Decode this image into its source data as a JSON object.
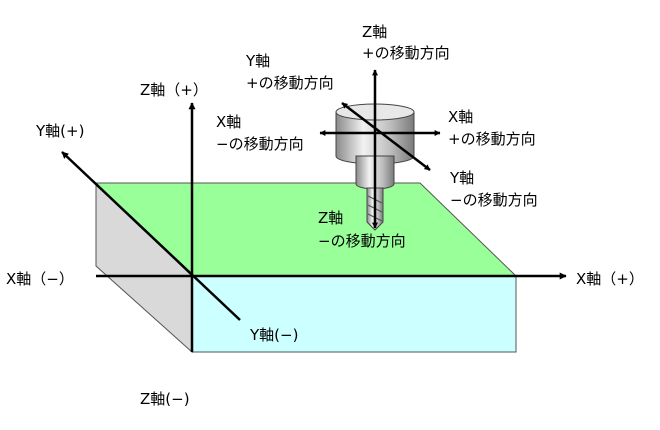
{
  "labels": {
    "x_plus": "X軸（+）",
    "x_minus": "X軸（−）",
    "y_plus": "Y軸(+)",
    "y_minus": "Y軸(−)",
    "z_plus": "Z軸（+）",
    "z_minus": "Z軸(−)"
  },
  "tool_labels": {
    "z_plus": {
      "axis": "Z軸",
      "dir": "+の移動方向"
    },
    "y_plus": {
      "axis": "Y軸",
      "dir": "+の移動方向"
    },
    "x_minus": {
      "axis": "X軸",
      "dir": "−の移動方向"
    },
    "x_plus": {
      "axis": "X軸",
      "dir": "+の移動方向"
    },
    "y_minus": {
      "axis": "Y軸",
      "dir": "−の移動方向"
    },
    "z_minus": {
      "axis": "Z軸",
      "dir": "−の移動方向"
    }
  },
  "colors": {
    "top_face": "#99ff99",
    "front_face": "#ccffff",
    "side_face": "#d9d9d9",
    "axis": "#000000",
    "tool_body": "#d0d0d0"
  },
  "icons": [
    "end-mill-spindle-icon"
  ]
}
